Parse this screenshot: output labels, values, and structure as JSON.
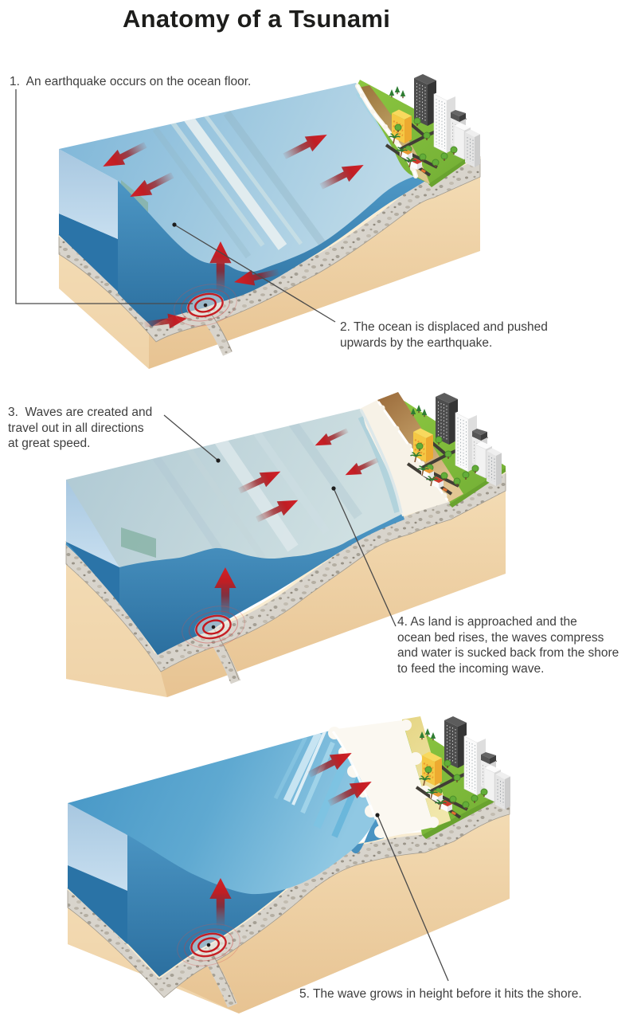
{
  "title": "Anatomy of a Tsunami",
  "annotations": [
    {
      "id": "1",
      "text": "1.  An earthquake occurs on the ocean floor."
    },
    {
      "id": "2",
      "text": "2. The ocean is displaced and pushed\nupwards by the earthquake."
    },
    {
      "id": "3",
      "text": "3.  Waves are created and\ntravel out in all directions\nat great speed."
    },
    {
      "id": "4",
      "text": "4. As land is approached and the\nocean bed rises, the waves compress\nand water is sucked back from the shore\nto feed the incoming wave."
    },
    {
      "id": "5",
      "text": "5. The wave grows in height before it hits the shore."
    }
  ],
  "palette": {
    "background": "#ffffff",
    "title_color": "#1d1d1b",
    "text_color": "#3e3e3e",
    "leader_color": "#4a4a4a",
    "ocean_surface": "#9fc9e0",
    "ocean_front": "#3a86bb",
    "ocean_deep": "#2b74a8",
    "ocean_side_pale": "#b9d4e8",
    "wave_highlight": "#e8f0f1",
    "earth_sand_block": "#f0d5a8",
    "crust_gray": "#d7d3cb",
    "land_green": "#7dbd42",
    "beach_brown": "#a2703f",
    "beach_sand_yellow": "#e8d88a",
    "foam_white": "#f9f5eb",
    "arrow_red": "#d22128",
    "epicenter_red": "#c4161c"
  }
}
